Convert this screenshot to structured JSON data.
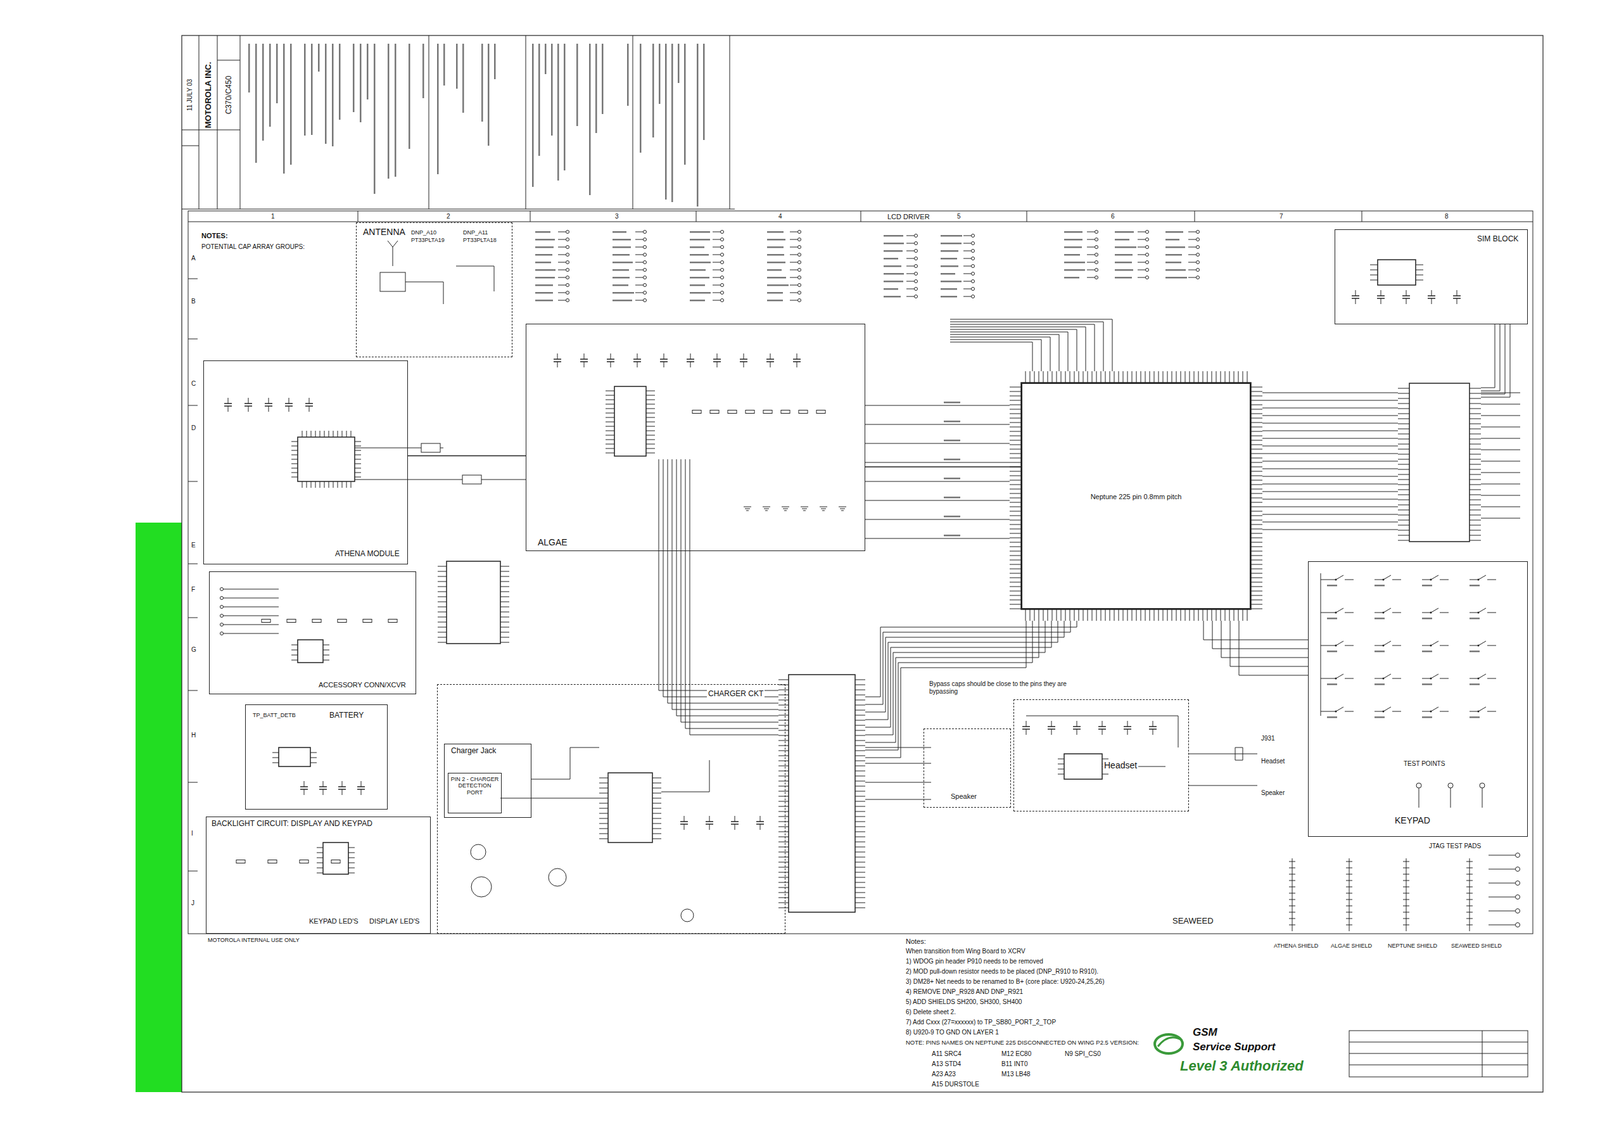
{
  "diagram": {
    "nodes": [
      {
        "text": [
          "ANTENNA"
        ]
      },
      {
        "text": [
          "ATHENA MODULE"
        ]
      },
      {
        "text": [
          "ALGAE"
        ]
      },
      {
        "text": [
          "SIM BLOCK"
        ]
      },
      {
        "text": [
          "Neptune 225 pin 0.8mm pitch"
        ]
      },
      {
        "text": [
          "ACCESSORY CONN/XCVR"
        ]
      },
      {
        "text": [
          "KEYPAD"
        ]
      },
      {
        "text": [
          "BATTERY"
        ]
      },
      {
        "text": [
          "CHARGER CKT"
        ]
      },
      {
        "text": [
          "Charger Jack"
        ],
        "in": 8
      },
      {
        "text": [
          "PIN 2 - CHARGER DETECTION PORT"
        ],
        "in": 9
      },
      {
        "text": [
          "Speaker"
        ]
      },
      {
        "text": [
          "Headset"
        ]
      },
      {
        "text": [
          "BACKLIGHT CIRCUIT: DISPLAY AND KEYPAD",
          "KEYPAD LED'S",
          "DISPLAY LED'S"
        ]
      }
    ],
    "edges": [
      {
        "from": 1,
        "to": 2,
        "arrow": "none"
      },
      {
        "from": 2,
        "to": 4,
        "arrow": "none"
      }
    ],
    "labels": [
      "1",
      "2",
      "3",
      "4",
      "5",
      "6",
      "7",
      "8",
      "A",
      "B",
      "C",
      "D",
      "E",
      "F",
      "G",
      "H",
      "I",
      "J",
      "NOTES:",
      "POTENTIAL CAP ARRAY GROUPS:",
      "DNP_A10",
      "PT33PLTA19",
      "DNP_A11",
      "PT33PLTA18",
      "LCD DRIVER",
      "Bypass caps should be close to the pins they are bypassing",
      "J931",
      "Headset",
      "Speaker",
      "TEST POINTS",
      "JTAG TEST PADS",
      "ATHENA SHIELD",
      "ALGAE SHIELD",
      "NEPTUNE SHIELD",
      "SEAWEED SHIELD",
      "SEAWEED",
      "MOTOROLA INTERNAL USE ONLY",
      "TP_BATT_DETB",
      "MOTOROLA INC.",
      "C370/C450",
      "11 JULY 03",
      "Notes:",
      "When transition from Wing Board to XCRV",
      "1) WDOG pin header P910 needs to be removed",
      "2) MOD pull-down resistor needs to be placed (DNP_R910 to R910).",
      "3) DM28+ Net needs to be renamed to B+ (core place: U920-24,25,26)",
      "4) REMOVE DNP_R928 AND DNP_R921",
      "5) ADD SHIELDS SH200, SH300, SH400",
      "6) Delete sheet 2.",
      "7) Add Cxxx (27=xxxxxx) to TP_SB80_PORT_2_TOP",
      "8) U920-9 TO GND ON LAYER 1",
      "NOTE: PINS NAMES ON NEPTUNE 225 DISCONNECTED ON WING P2.5 VERSION:",
      "A11 SRC4",
      "M12 EC80",
      "N9 SPI_CS0",
      "A13 STD4",
      "B11 INT0",
      "A23 A23",
      "M13 LB48",
      "A15 DURSTOLE",
      "GSM",
      "Service Support",
      "Level 3 Authorized"
    ]
  }
}
